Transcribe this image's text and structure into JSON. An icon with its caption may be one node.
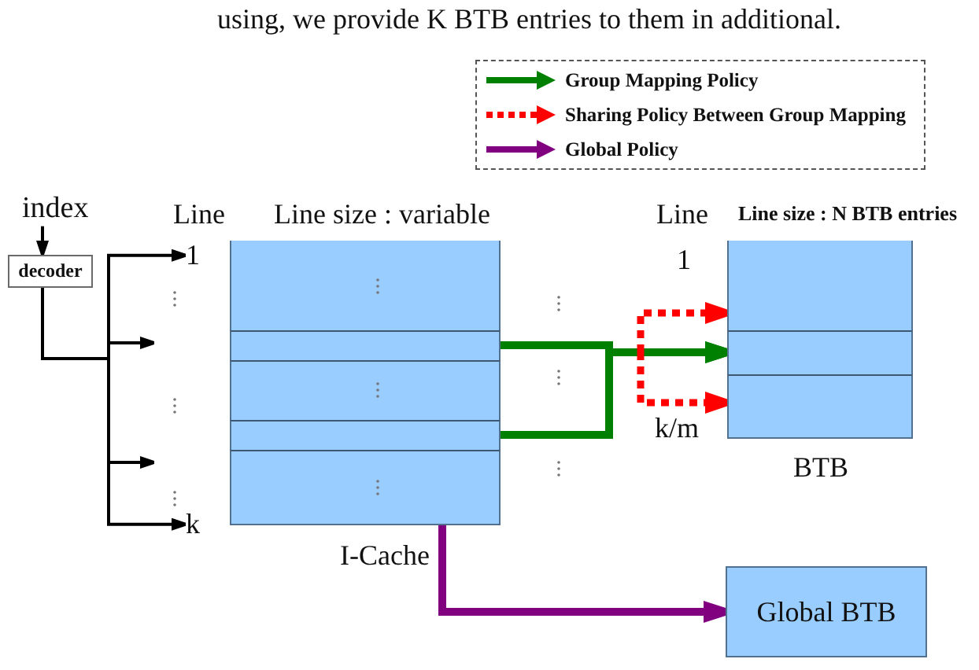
{
  "diagram": {
    "nodes": [
      {
        "text": [
          "index"
        ]
      },
      {
        "text": [
          "decoder"
        ]
      },
      {
        "text": [
          "1"
        ]
      },
      {
        "text": [
          "k"
        ]
      },
      {
        "text": [],
        "shape": "box",
        "beside": [
          "Line size : variable",
          "I-Cache"
        ]
      },
      {
        "text": [],
        "shape": "box",
        "in": 4
      },
      {
        "text": [],
        "shape": "box",
        "in": 4
      },
      {
        "text": [],
        "shape": "box",
        "in": 4
      },
      {
        "text": [],
        "shape": "box",
        "in": 4
      },
      {
        "text": [],
        "shape": "box",
        "in": 4
      },
      {
        "text": [],
        "shape": "box",
        "beside": [
          "Line size : N BTB entries",
          "BTB"
        ]
      },
      {
        "text": [],
        "shape": "box",
        "in": 10
      },
      {
        "text": [],
        "shape": "box",
        "in": 10
      },
      {
        "text": [],
        "shape": "box",
        "in": 10
      },
      {
        "text": [
          "Global BTB"
        ]
      }
    ],
    "edges": [
      {
        "from": 0,
        "to": 1,
        "arrow": "to"
      },
      {
        "from": 1,
        "to": 2,
        "arrow": "to"
      },
      {
        "from": 1,
        "to": null,
        "arrow": "to"
      },
      {
        "from": 1,
        "to": null,
        "arrow": "to"
      },
      {
        "from": 1,
        "to": 3,
        "arrow": "to"
      },
      {
        "from": 6,
        "to": 12,
        "arrow": "to",
        "style": "thick",
        "color": "#008000"
      },
      {
        "from": 8,
        "to": 12,
        "arrow": "to",
        "style": "thick",
        "color": "#008000"
      },
      {
        "from": null,
        "to": 11,
        "arrow": "to",
        "style": "dashed",
        "color": "#ff0000"
      },
      {
        "from": null,
        "to": 13,
        "arrow": "to",
        "style": "dashed",
        "color": "#ff0000"
      },
      {
        "from": 4,
        "to": 14,
        "arrow": "to",
        "style": "thick",
        "color": "#800080"
      }
    ],
    "labels": [
      "using, we provide K BTB entries to them in additional.",
      "Line",
      "Line",
      "1",
      "k/m"
    ],
    "legend": [
      {
        "text": "Group Mapping Policy"
      },
      {
        "text": "Sharing Policy Between Group Mapping"
      },
      {
        "text": "Global Policy"
      }
    ]
  }
}
